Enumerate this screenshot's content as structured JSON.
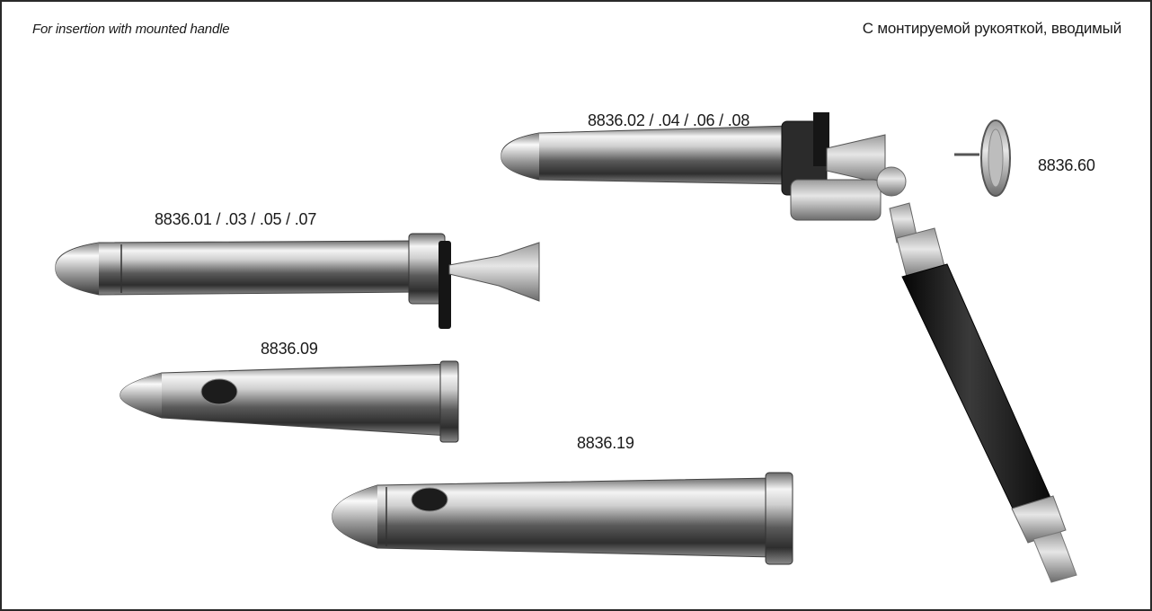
{
  "header": {
    "left_caption": "For insertion with mounted handle",
    "right_caption": "С монтируемой рукояткой, вводимый"
  },
  "products": [
    {
      "code": "8836.02 / .04 / .06 / .08",
      "icon": "proctoscope-with-handle"
    },
    {
      "code": "8836.60",
      "icon": "window-plug"
    },
    {
      "code": "8836.01 / .03 / .05 / .07",
      "icon": "proctoscope-with-obturator"
    },
    {
      "code": "8836.09",
      "icon": "slotted-proctoscope-short"
    },
    {
      "code": "8836.19",
      "icon": "slotted-proctoscope-long"
    }
  ],
  "colors": {
    "border": "#2a2a2a",
    "steel_light": "#f2f2f2",
    "steel_dark": "#3a3a3a",
    "handle_black": "#151515"
  }
}
